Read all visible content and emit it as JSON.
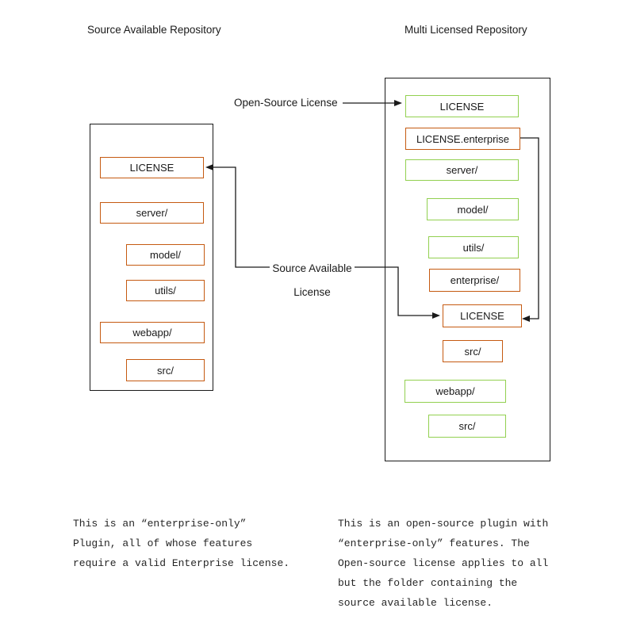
{
  "colors": {
    "open_source": "#92D050",
    "source_available": "#C55A11",
    "outline": "#1a1a1a"
  },
  "left_repo": {
    "title": "Source Available Repository",
    "items": [
      {
        "label": "LICENSE",
        "license": "source_available"
      },
      {
        "label": "server/",
        "license": "source_available"
      },
      {
        "label": "model/",
        "license": "source_available"
      },
      {
        "label": "utils/",
        "license": "source_available"
      },
      {
        "label": "webapp/",
        "license": "source_available"
      },
      {
        "label": "src/",
        "license": "source_available"
      }
    ]
  },
  "right_repo": {
    "title": "Multi Licensed Repository",
    "items": [
      {
        "label": "LICENSE",
        "license": "open_source"
      },
      {
        "label": "LICENSE.enterprise",
        "license": "source_available"
      },
      {
        "label": "server/",
        "license": "open_source"
      },
      {
        "label": "model/",
        "license": "open_source"
      },
      {
        "label": "utils/",
        "license": "open_source"
      },
      {
        "label": "enterprise/",
        "license": "source_available"
      },
      {
        "label": "LICENSE",
        "license": "source_available"
      },
      {
        "label": "src/",
        "license": "source_available"
      },
      {
        "label": "webapp/",
        "license": "open_source"
      },
      {
        "label": "src/",
        "license": "open_source"
      }
    ]
  },
  "connector_labels": {
    "open_source": "Open-Source License",
    "source_available_line1": "Source Available",
    "source_available_line2": "License"
  },
  "captions": {
    "left_lines": [
      "This is an “enterprise-only”",
      "Plugin, all of whose features",
      "require a valid Enterprise license."
    ],
    "right_lines": [
      "This is an open-source plugin with",
      "“enterprise-only” features. The",
      "Open-source license applies to all",
      "but the folder containing the",
      "source available license."
    ]
  }
}
